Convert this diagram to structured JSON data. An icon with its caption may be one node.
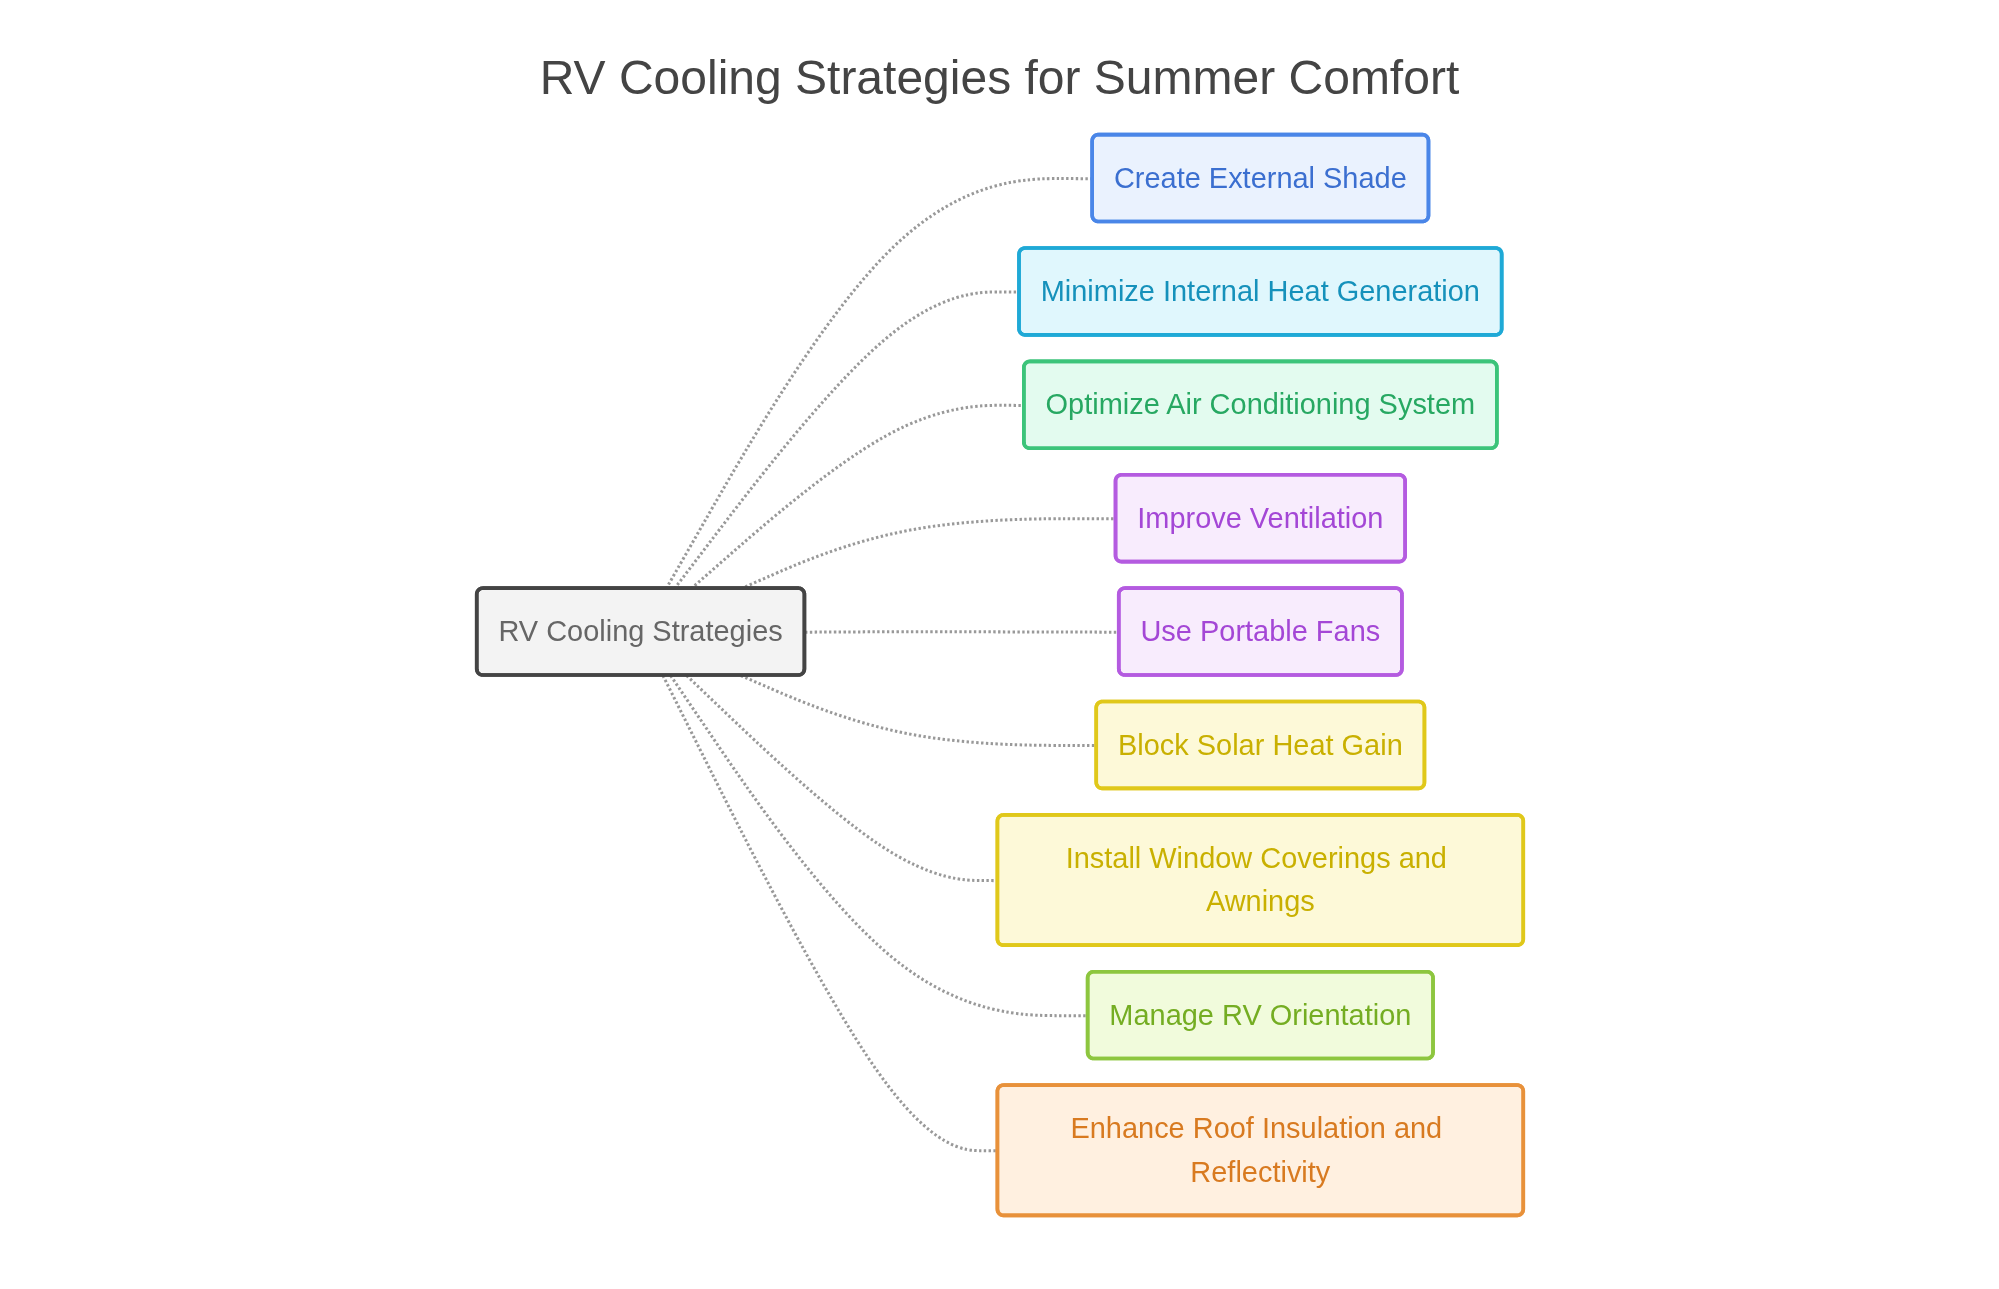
{
  "diagram": {
    "title": "RV Cooling Strategies for Summer Comfort",
    "nodes": [
      {
        "text": [
          "RV Cooling Strategies"
        ]
      },
      {
        "text": [
          "Create External Shade"
        ]
      },
      {
        "text": [
          "Minimize Internal Heat Generation"
        ]
      },
      {
        "text": [
          "Optimize Air Conditioning System"
        ]
      },
      {
        "text": [
          "Improve Ventilation"
        ]
      },
      {
        "text": [
          "Use Portable Fans"
        ]
      },
      {
        "text": [
          "Block Solar Heat Gain"
        ]
      },
      {
        "text": [
          "Install Window Coverings and Awnings"
        ]
      },
      {
        "text": [
          "Manage RV Orientation"
        ]
      },
      {
        "text": [
          "Enhance Roof Insulation and Reflectivity"
        ]
      }
    ],
    "edges": [
      {
        "from": 0,
        "to": 1,
        "arrow": "none",
        "style": "dashed"
      },
      {
        "from": 0,
        "to": 2,
        "arrow": "none",
        "style": "dashed"
      },
      {
        "from": 0,
        "to": 3,
        "arrow": "none",
        "style": "dashed"
      },
      {
        "from": 0,
        "to": 4,
        "arrow": "none",
        "style": "dashed"
      },
      {
        "from": 0,
        "to": 5,
        "arrow": "none",
        "style": "dashed"
      },
      {
        "from": 0,
        "to": 6,
        "arrow": "none",
        "style": "dashed"
      },
      {
        "from": 0,
        "to": 7,
        "arrow": "none",
        "style": "dashed"
      },
      {
        "from": 0,
        "to": 8,
        "arrow": "none",
        "style": "dashed"
      },
      {
        "from": 0,
        "to": 9,
        "arrow": "none",
        "style": "dashed"
      }
    ]
  }
}
